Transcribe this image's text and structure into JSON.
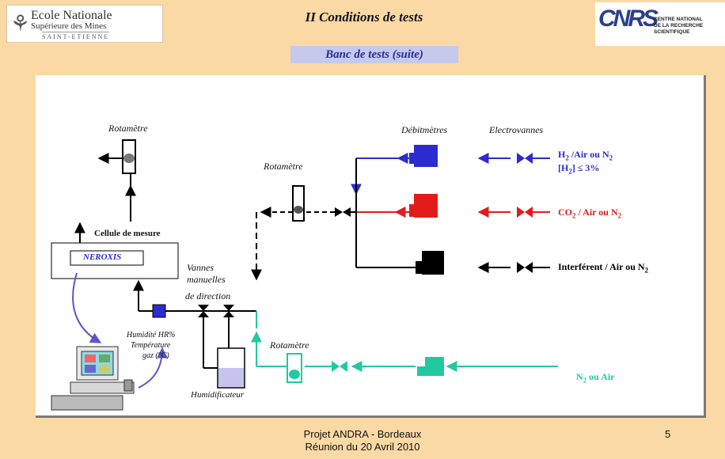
{
  "header": {
    "title": "II Conditions de tests",
    "subtitle": "Banc de tests (suite)"
  },
  "logos": {
    "left": {
      "line1": "Ecole Nationale",
      "line2": "Supérieure des Mines",
      "line3": "SAINT-ETIENNE"
    },
    "right": {
      "mark": "CNRS",
      "line1": "CENTRE NATIONAL",
      "line2": "DE LA RECHERCHE",
      "line3": "SCIENTIFIQUE"
    }
  },
  "diagram": {
    "rotametre_top": "Rotamètre",
    "rotametre_mid": "Rotamètre",
    "rotametre_bottom": "Rotamètre",
    "debitmetres": "Débitmètres",
    "electrovannes": "Electrovannes",
    "cellule": "Cellule de mesure",
    "neroxis": "NEROXIS",
    "vannes_1": "Vannes",
    "vannes_2": "manuelles",
    "vannes_3": "de direction",
    "humidite_1": "Humidité HR%",
    "humidite_2": "Température",
    "humidite_3": "gaz (°C)",
    "humidificateur": "Humidificateur",
    "gas_h2_prefix": "H",
    "gas_h2_suffix": " /Air ou N",
    "gas_h2_limit_prefix": "[H",
    "gas_h2_limit_suffix": "] ≤ 3%",
    "gas_co2_prefix": "CO",
    "gas_co2_suffix": " / Air ou N",
    "gas_interf_prefix": "Interférent / Air ou N",
    "gas_n2_prefix": "N",
    "gas_n2_suffix": " ou Air",
    "sub2": "2"
  },
  "colors": {
    "background": "#fbd9a5",
    "h2_line": "#2b2bcf",
    "co2_line": "#e21b1b",
    "interf_line": "#000000",
    "n2_line": "#20c9a0"
  },
  "footer": {
    "line1": "Projet ANDRA - Bordeaux",
    "line2": "Réunion du 20 Avril 2010",
    "page": "5"
  }
}
